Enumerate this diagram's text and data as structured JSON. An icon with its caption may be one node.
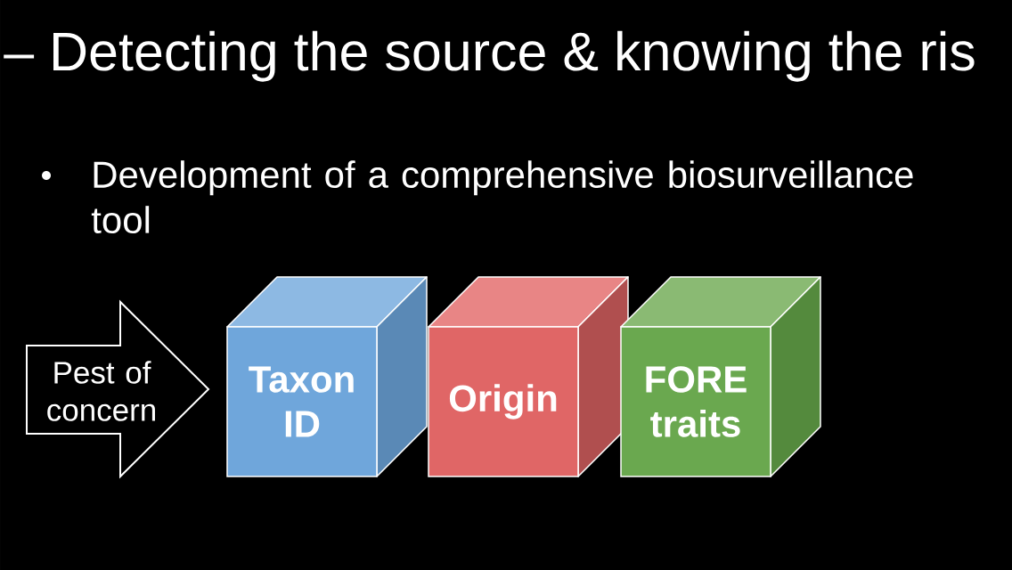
{
  "diagram": {
    "title": "– Detecting the source & knowing the ris",
    "nodes": [
      {
        "text": [
          "Pest of concern"
        ]
      },
      {
        "text": [
          "Taxon ID"
        ]
      },
      {
        "text": [
          "Origin"
        ]
      },
      {
        "text": [
          "FORE traits"
        ]
      }
    ],
    "labels": [
      "Development of a comprehensive biosurveillance tool"
    ]
  }
}
